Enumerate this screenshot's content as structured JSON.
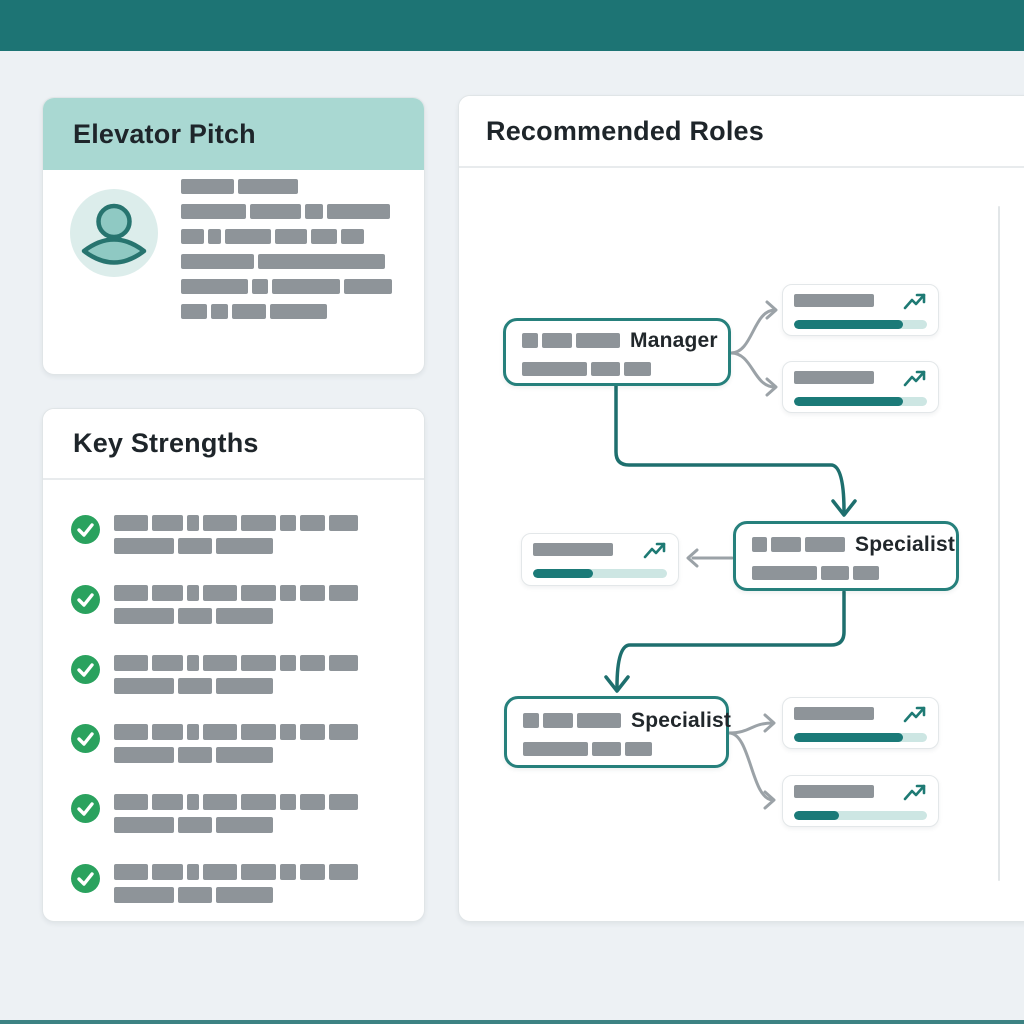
{
  "theme": {
    "topbar_color": "#1d7474",
    "background_color": "#edf1f4",
    "pitch_header_tint": "#a9d8d2",
    "node_border_teal": "#26807c",
    "progress_fill_teal": "#1b7a78",
    "progress_track_teal": "#cde6e3",
    "placeholder_gray": "#8e9499",
    "check_green": "#2aa25e",
    "connector_gray": "#9ba2a7",
    "connector_teal": "#1e6f6e"
  },
  "icons": {
    "avatar": "person-icon",
    "strength_bullet": "check-circle-icon",
    "opportunity_trend": "trending-up-icon"
  },
  "elevator_pitch": {
    "title": "Elevator Pitch",
    "text_rows": [
      [
        53,
        60
      ],
      [
        65,
        51,
        18,
        63
      ],
      [
        23,
        13,
        46,
        32,
        26,
        23
      ],
      [
        73,
        127
      ],
      [
        67,
        16,
        68,
        48
      ],
      [
        26,
        17,
        34,
        57
      ]
    ]
  },
  "key_strengths": {
    "title": "Key Strengths",
    "items": [
      {
        "line1": [
          34,
          31,
          12,
          34,
          35,
          16,
          25,
          29
        ],
        "line2": [
          60,
          34,
          57
        ]
      },
      {
        "line1": [
          34,
          31,
          12,
          34,
          35,
          16,
          25,
          29
        ],
        "line2": [
          60,
          34,
          57
        ]
      },
      {
        "line1": [
          34,
          31,
          12,
          34,
          35,
          16,
          25,
          29
        ],
        "line2": [
          60,
          34,
          57
        ]
      },
      {
        "line1": [
          34,
          31,
          12,
          34,
          35,
          16,
          25,
          29
        ],
        "line2": [
          60,
          34,
          57
        ]
      },
      {
        "line1": [
          34,
          31,
          12,
          34,
          35,
          16,
          25,
          29
        ],
        "line2": [
          60,
          34,
          57
        ]
      },
      {
        "line1": [
          34,
          31,
          12,
          34,
          35,
          16,
          25,
          29
        ],
        "line2": [
          60,
          34,
          57
        ]
      }
    ]
  },
  "recommended_roles": {
    "title": "Recommended Roles",
    "nodes": {
      "manager": {
        "label": "Manager",
        "line1": [
          16,
          30,
          44
        ],
        "line2": [
          65,
          29,
          27
        ]
      },
      "specialist_mid": {
        "label": "Specialist",
        "line1": [
          15,
          30,
          40
        ],
        "line2": [
          65,
          28,
          26
        ]
      },
      "specialist_bottom": {
        "label": "Specialist",
        "line1": [
          16,
          30,
          44
        ],
        "line2": [
          65,
          29,
          27
        ]
      }
    },
    "opportunity_cards": {
      "top_1": {
        "progress": 82
      },
      "top_2": {
        "progress": 82
      },
      "mid_left": {
        "progress": 45
      },
      "bottom_1": {
        "progress": 82
      },
      "bottom_2": {
        "progress": 34
      }
    }
  }
}
